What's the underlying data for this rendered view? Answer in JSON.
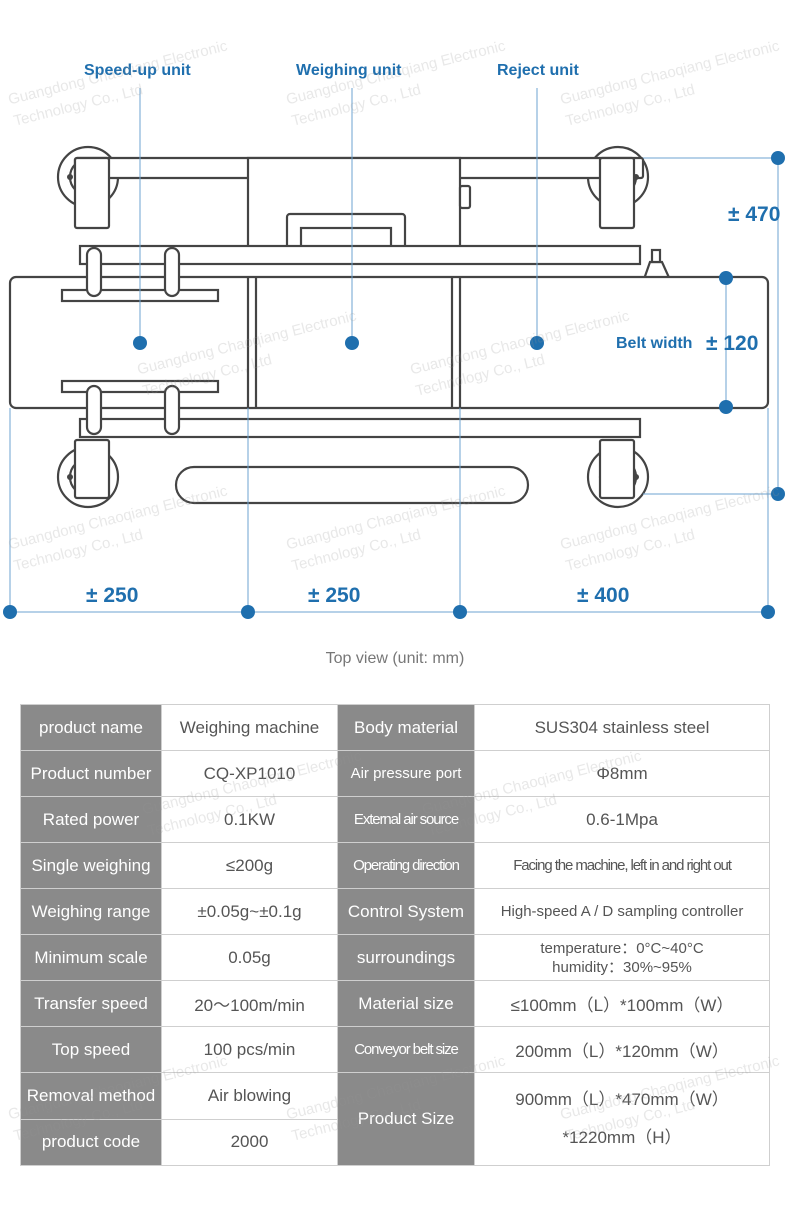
{
  "diagram": {
    "labels": {
      "speed_up_unit": "Speed-up unit",
      "weighing_unit": "Weighing unit",
      "reject_unit": "Reject unit",
      "belt_width": "Belt width"
    },
    "dimensions": {
      "height": "± 470",
      "belt_width": "± 120",
      "seg1": "± 250",
      "seg2": "± 250",
      "seg3": "± 400"
    },
    "caption": "Top view (unit: mm)",
    "watermark": [
      "Guangdong Chaoqiang Electronic",
      "Technology Co., Ltd"
    ],
    "accent_color": "#1f6fae"
  },
  "spec_table": {
    "rows": [
      {
        "k1": "product name",
        "v1": "Weighing machine",
        "k2": "Body material",
        "v2": "SUS304 stainless steel"
      },
      {
        "k1": "Product number",
        "v1": "CQ-XP1010",
        "k2": "Air pressure port",
        "v2": "Φ8mm"
      },
      {
        "k1": "Rated power",
        "v1": "0.1KW",
        "k2": "External air source",
        "v2": "0.6-1Mpa"
      },
      {
        "k1": "Single weighing",
        "v1": "≤200g",
        "k2": "Operating direction",
        "v2": "Facing the machine, left in and right out"
      },
      {
        "k1": "Weighing range",
        "v1": "±0.05g~±0.1g",
        "k2": "Control System",
        "v2": "High-speed A / D sampling controller"
      },
      {
        "k1": "Minimum scale",
        "v1": "0.05g",
        "k2": "surroundings",
        "v2a": "temperature：0°C~40°C",
        "v2b": "humidity：30%~95%"
      },
      {
        "k1": "Transfer speed",
        "v1": "20～100m/min",
        "k2": "Material size",
        "v2": "≤100mm（L）*100mm（W）"
      },
      {
        "k1": "Top speed",
        "v1": "100  pcs/min",
        "k2": "Conveyor belt size",
        "v2": "200mm（L）*120mm（W）"
      },
      {
        "k1": "Removal method",
        "v1": "Air blowing",
        "k2": "Product Size",
        "v2a": "900mm（L）*470mm（W）",
        "v2b": "*1220mm（H）"
      },
      {
        "k1": "product code",
        "v1": "2000"
      }
    ]
  }
}
